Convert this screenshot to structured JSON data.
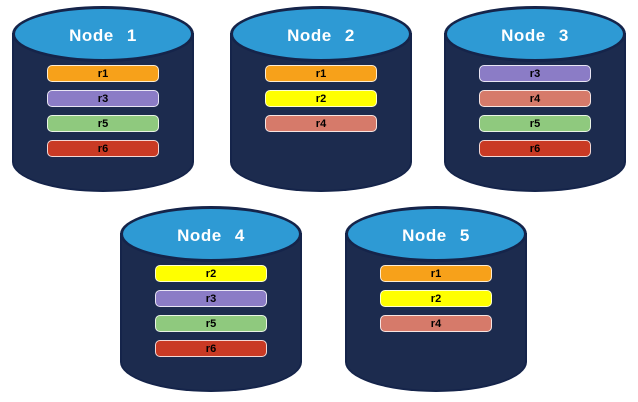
{
  "canvas": {
    "background": "#ffffff"
  },
  "colors": {
    "cylinder_body": "#1C2B4E",
    "cylinder_top": "#2E9AD4",
    "cylinder_outline": "#15244A",
    "node_label_text": "#FFFFFF",
    "bar_label_text": "#000000"
  },
  "replica_colors": {
    "r1": "#F7A11A",
    "r2": "#FFFF00",
    "r3": "#8B7CC6",
    "r4": "#D67A6A",
    "r5": "#8FC97E",
    "r6": "#C93A24"
  },
  "nodes": [
    {
      "label": "Node 1",
      "replicas": [
        "r1",
        "r3",
        "r5",
        "r6"
      ]
    },
    {
      "label": "Node 2",
      "replicas": [
        "r1",
        "r2",
        "r4"
      ]
    },
    {
      "label": "Node 3",
      "replicas": [
        "r3",
        "r4",
        "r5",
        "r6"
      ]
    },
    {
      "label": "Node 4",
      "replicas": [
        "r2",
        "r3",
        "r5",
        "r6"
      ]
    },
    {
      "label": "Node 5",
      "replicas": [
        "r1",
        "r2",
        "r4"
      ]
    }
  ]
}
